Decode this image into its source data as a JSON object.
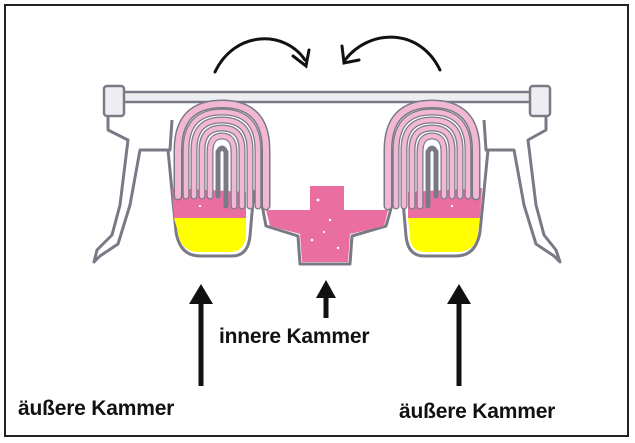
{
  "labels": {
    "inner_chamber": "innere Kammer",
    "outer_chamber_left": "äußere Kammer",
    "outer_chamber_right": "äußere Kammer"
  },
  "colors": {
    "outline": "#7a7a86",
    "wall_fill": "#eeeef2",
    "liquid_pink": "#ea6fa0",
    "liquid_yellow": "#ffff00",
    "pleat_fill": "#f2b8d3",
    "arrow": "#111111"
  }
}
